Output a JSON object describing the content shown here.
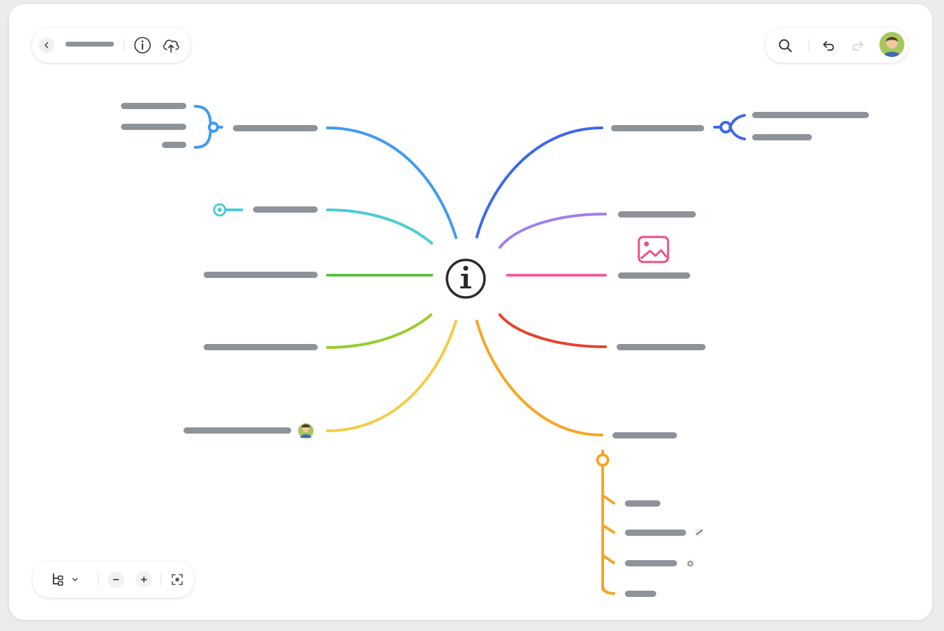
{
  "app": {
    "document_title": "",
    "icons": {
      "back": "chevron-left-icon",
      "info": "info-icon",
      "cloud": "cloud-upload-icon",
      "search": "search-icon",
      "undo": "undo-icon",
      "redo": "redo-icon",
      "avatar": "user-avatar",
      "layout": "structure-icon",
      "layout_dropdown": "chevron-down-icon",
      "zoom_out": "minus-icon",
      "zoom_in": "plus-icon",
      "fit": "fit-screen-icon",
      "central_topic": "info-icon",
      "image": "image-icon",
      "boundary": "boundary-icon",
      "relationship": "relationship-icon",
      "link": "link-icon",
      "note": "note-icon"
    }
  },
  "colors": {
    "placeholder_text": "#8d9399",
    "blue": "#3f9bf1",
    "indigo": "#3e67ea",
    "teal": "#4ccbd7",
    "purple": "#a17ef0",
    "green": "#5cc04a",
    "pink": "#ef5da0",
    "lime": "#97cc2d",
    "red": "#ea412d",
    "yellow": "#f6cb46",
    "orange": "#f5a624",
    "image_icon": "#ea4f86"
  },
  "mind_map": {
    "central_topic": {
      "icon": "info-icon"
    },
    "branches": [
      {
        "side": "left",
        "color": "blue",
        "label": "",
        "marker": "summary"
      },
      {
        "side": "left",
        "color": "teal",
        "label": "",
        "marker": "relationship-endpoint"
      },
      {
        "side": "left",
        "color": "green",
        "label": ""
      },
      {
        "side": "left",
        "color": "lime",
        "label": ""
      },
      {
        "side": "left",
        "color": "yellow",
        "label": "",
        "marker": "avatar"
      },
      {
        "side": "right",
        "color": "indigo",
        "label": "",
        "marker": "relationship"
      },
      {
        "side": "right",
        "color": "purple",
        "label": ""
      },
      {
        "side": "right",
        "color": "pink",
        "label": "",
        "marker": "image"
      },
      {
        "side": "right",
        "color": "red",
        "label": ""
      },
      {
        "side": "right",
        "color": "orange",
        "label": "",
        "marker": "subtopics",
        "subtopics": [
          "",
          "",
          "",
          ""
        ]
      }
    ]
  }
}
